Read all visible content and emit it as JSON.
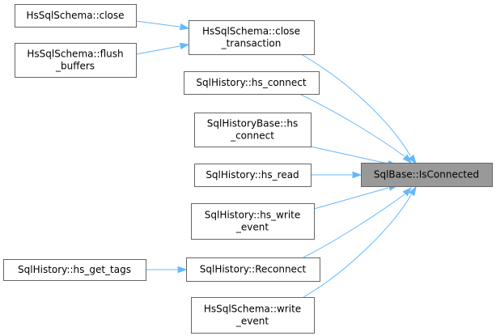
{
  "colors": {
    "edge": "#63b8ff",
    "node_border": "#666666",
    "focus_fill": "#999999",
    "node_fill": "#ffffff"
  },
  "nodes": [
    {
      "id": "isconnected",
      "lines": [
        "SqlBase::IsConnected"
      ],
      "focus": true
    },
    {
      "id": "close",
      "lines": [
        "HsSqlSchema::close"
      ]
    },
    {
      "id": "close_transaction",
      "lines": [
        "HsSqlSchema::close",
        "_transaction"
      ]
    },
    {
      "id": "flush_buffers",
      "lines": [
        "HsSqlSchema::flush",
        "_buffers"
      ]
    },
    {
      "id": "hs_connect",
      "lines": [
        "SqlHistory::hs_connect"
      ]
    },
    {
      "id": "base_hs_connect",
      "lines": [
        "SqlHistoryBase::hs",
        "_connect"
      ]
    },
    {
      "id": "hs_read",
      "lines": [
        "SqlHistory::hs_read"
      ]
    },
    {
      "id": "hs_write_event",
      "lines": [
        "SqlHistory::hs_write",
        "_event"
      ]
    },
    {
      "id": "hs_get_tags",
      "lines": [
        "SqlHistory::hs_get_tags"
      ]
    },
    {
      "id": "reconnect",
      "lines": [
        "SqlHistory::Reconnect"
      ]
    },
    {
      "id": "write_event",
      "lines": [
        "HsSqlSchema::write",
        "_event"
      ]
    }
  ],
  "edges": [
    {
      "from": "close",
      "to": "close_transaction"
    },
    {
      "from": "flush_buffers",
      "to": "close_transaction"
    },
    {
      "from": "close_transaction",
      "to": "isconnected"
    },
    {
      "from": "hs_connect",
      "to": "isconnected"
    },
    {
      "from": "base_hs_connect",
      "to": "isconnected"
    },
    {
      "from": "hs_read",
      "to": "isconnected"
    },
    {
      "from": "hs_write_event",
      "to": "isconnected"
    },
    {
      "from": "hs_get_tags",
      "to": "reconnect"
    },
    {
      "from": "reconnect",
      "to": "isconnected"
    },
    {
      "from": "write_event",
      "to": "isconnected"
    }
  ]
}
